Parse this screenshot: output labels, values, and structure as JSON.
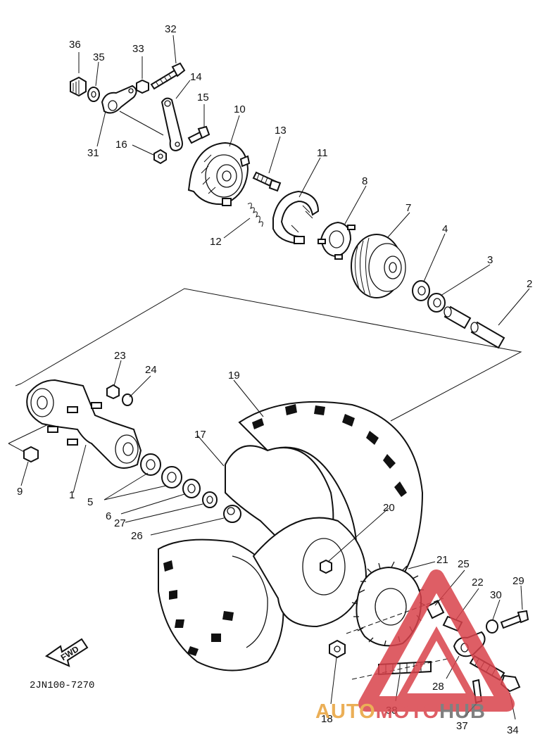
{
  "diagram_code": "2JN100-7270",
  "fwd_label": "FWD",
  "watermark": {
    "part1": "AUTO",
    "part2": "MOTO",
    "part3": "HUB",
    "color_orange": "#e8a23a",
    "color_red": "#d9424b",
    "color_gray": "#6b6b6b"
  },
  "part_numbers": [
    "1",
    "2",
    "3",
    "4",
    "5",
    "6",
    "7",
    "8",
    "9",
    "10",
    "11",
    "12",
    "13",
    "14",
    "15",
    "16",
    "17",
    "18",
    "19",
    "20",
    "21",
    "22",
    "23",
    "24",
    "25",
    "26",
    "27",
    "28",
    "29",
    "30",
    "31",
    "32",
    "33",
    "34",
    "35",
    "36",
    "37",
    "38"
  ]
}
